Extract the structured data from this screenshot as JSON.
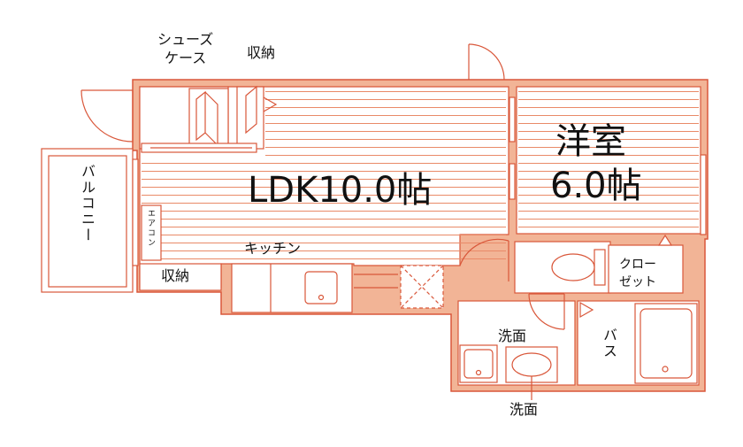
{
  "colors": {
    "wall": "#f2b496",
    "outline": "#d9573a",
    "stripe": "#e98a68",
    "text": "#111111",
    "background": "#ffffff"
  },
  "labels": {
    "shoe_case_line1": "シューズ",
    "shoe_case_line2": "ケース",
    "storage_top": "収納",
    "balcony": "バルコニー",
    "ldk": "LDK10.0帖",
    "western_line1": "洋室",
    "western_line2": "6.0帖",
    "aircon": "エアコン",
    "kitchen": "キッチン",
    "storage_bottom": "収納",
    "closet_line1": "クロー",
    "closet_line2": "ゼット",
    "washroom_inner": "洗面",
    "bath": "バス",
    "washroom_outer": "洗面"
  }
}
